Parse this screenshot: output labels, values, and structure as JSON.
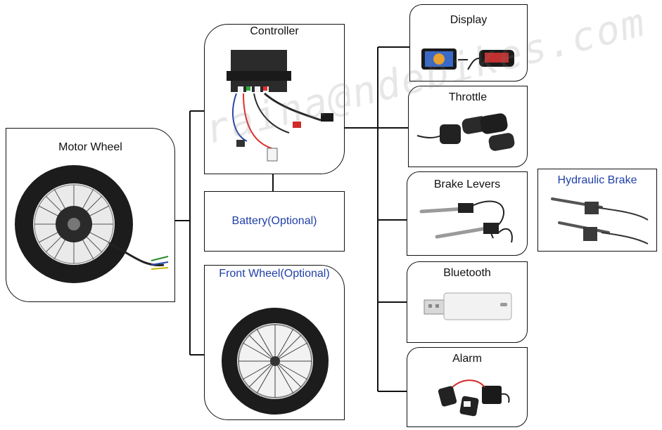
{
  "nodes": {
    "motor_wheel": "Motor Wheel",
    "controller": "Controller",
    "battery": "Battery(Optional)",
    "front_wheel": "Front Wheel(Optional)",
    "display": "Display",
    "throttle": "Throttle",
    "brake_levers": "Brake Levers",
    "hydraulic_brake": "Hydraulic Brake",
    "bluetooth": "Bluetooth",
    "alarm": "Alarm"
  },
  "watermark": "raina@ndebikes.com",
  "colors": {
    "optional_label": "#1f3fa8",
    "line": "#111111"
  }
}
